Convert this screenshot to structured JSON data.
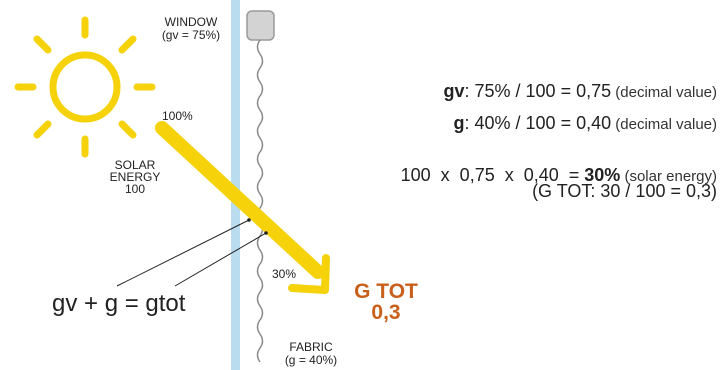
{
  "window": {
    "title": "WINDOW",
    "value": "(gv = 75%)"
  },
  "fabric": {
    "title": "FABRIC",
    "value": "(g = 40%)"
  },
  "solar": {
    "line1": "SOLAR",
    "line2": "ENERGY",
    "line3": "100",
    "incoming_pct": "100%"
  },
  "transmitted_pct": "30%",
  "gtot_label": {
    "line1": "G TOT",
    "line2": "0,3"
  },
  "formula": "gv + g = gtot",
  "equations": {
    "line1": {
      "key": "gv",
      "value": ": 75% / 100 = 0,75",
      "note": " (decimal value)"
    },
    "line2": {
      "key": "g",
      "value": ": 40% / 100 = 0,40",
      "note": " (decimal value)"
    },
    "line3": {
      "value": "100  x  0,75  x  0,40  = 30%",
      "note": " (solar energy)"
    },
    "line4": {
      "value": "(G TOT: 30 / 100 = 0,3)"
    }
  },
  "colors": {
    "sun": "#f5d20a",
    "glass": "#b9dcef",
    "fabric": "#8a8a8a",
    "gtot": "#c8601c"
  }
}
